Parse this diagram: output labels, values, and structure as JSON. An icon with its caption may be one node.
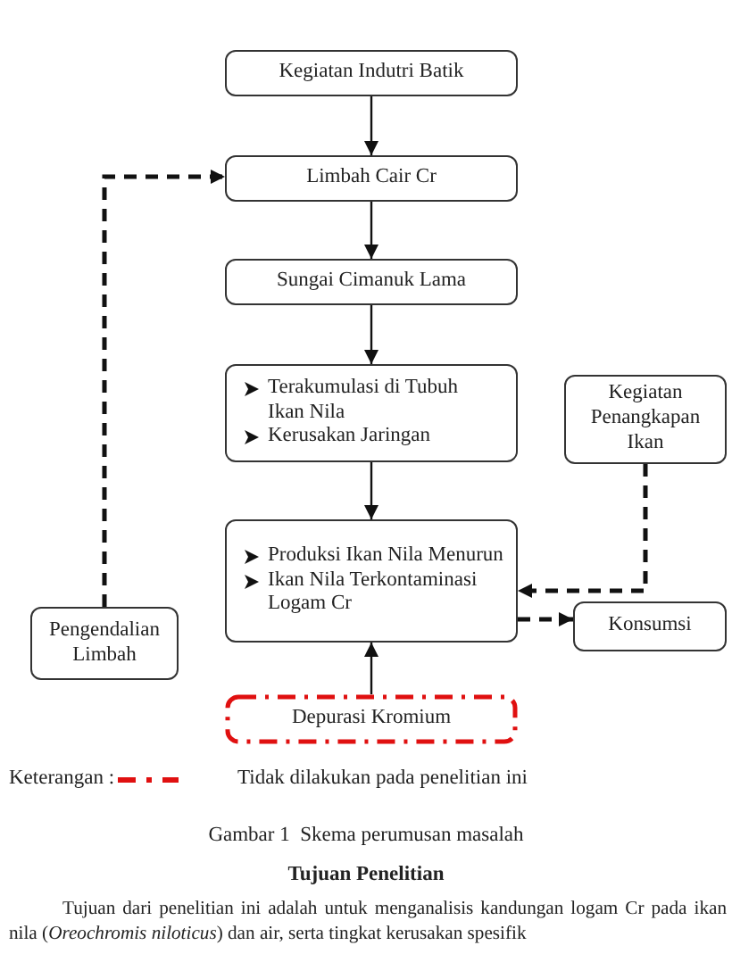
{
  "diagram": {
    "caption": "Gambar 1  Skema perumusan masalah",
    "nodes": [
      {
        "text": [
          "Kegiatan Indutri Batik"
        ]
      },
      {
        "text": [
          "Limbah Cair Cr"
        ]
      },
      {
        "text": [
          "Sungai Cimanuk Lama"
        ]
      },
      {
        "text": [
          "Terakumulasi di Tubuh Ikan Nila",
          "Kerusakan Jaringan"
        ]
      },
      {
        "text": [
          "Kegiatan Penangkapan Ikan"
        ]
      },
      {
        "text": [
          "Produksi Ikan Nila Menurun",
          "Ikan Nila Terkontaminasi Logam Cr"
        ]
      },
      {
        "text": [
          "Pengendalian Limbah"
        ]
      },
      {
        "text": [
          "Konsumsi"
        ]
      },
      {
        "text": [
          "Depurasi Kromium"
        ]
      }
    ],
    "edges": [
      {
        "from": 0,
        "to": 1,
        "arrow": "to"
      },
      {
        "from": 1,
        "to": 2,
        "arrow": "to"
      },
      {
        "from": 2,
        "to": 3,
        "arrow": "to"
      },
      {
        "from": 3,
        "to": 5,
        "arrow": "to"
      },
      {
        "from": 8,
        "to": 5,
        "arrow": "to"
      },
      {
        "from": 4,
        "to": 5,
        "arrow": "to",
        "style": "dashed"
      },
      {
        "from": 5,
        "to": 7,
        "arrow": "to",
        "style": "dashed"
      },
      {
        "from": 6,
        "to": 1,
        "arrow": "to",
        "style": "dashed"
      }
    ],
    "labels": [
      "Keterangan :",
      "Tujuan Penelitian",
      "Tujuan dari penelitian ini adalah untuk menganalisis kandungan logam Cr pada ikan nila (*Oreochromis niloticus*) dan air, serta tingkat kerusakan spesifik"
    ],
    "legend": [
      {
        "text": "Tidak dilakukan pada penelitian ini"
      }
    ]
  }
}
